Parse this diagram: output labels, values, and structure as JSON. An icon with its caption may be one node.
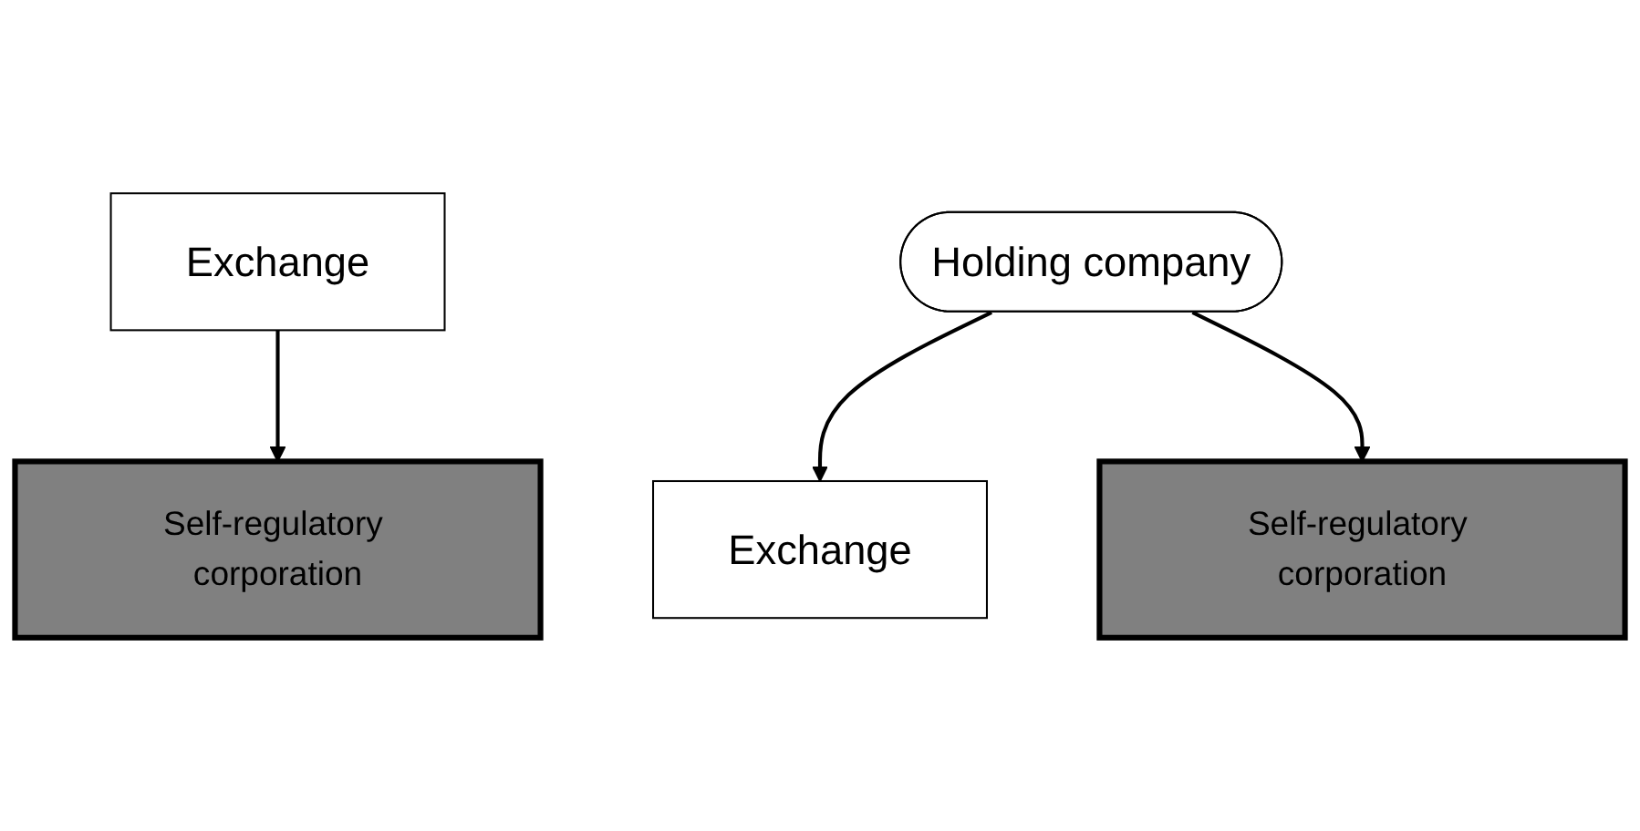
{
  "diagram": {
    "nodes": [
      {
        "text": [
          "Exchange"
        ]
      },
      {
        "text": [
          "Self-regulatory corporation"
        ]
      },
      {
        "text": [
          "Holding company"
        ]
      },
      {
        "text": [
          "Exchange"
        ]
      },
      {
        "text": [
          "Self-regulatory corporation"
        ]
      }
    ],
    "edges": [
      {
        "from": 0,
        "to": 1,
        "arrow": "to"
      },
      {
        "from": 2,
        "to": 3,
        "arrow": "to"
      },
      {
        "from": 2,
        "to": 4,
        "arrow": "to"
      }
    ]
  }
}
